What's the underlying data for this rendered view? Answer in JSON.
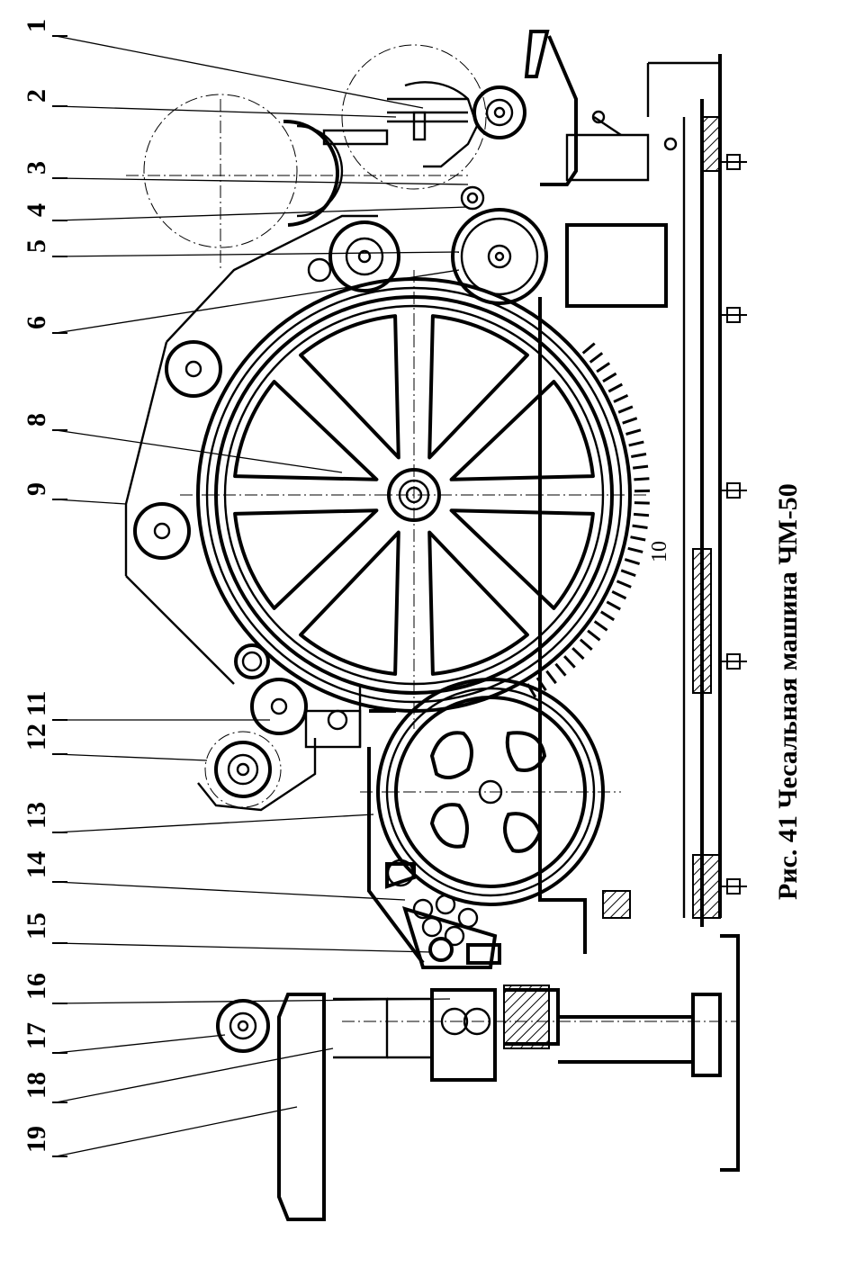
{
  "figure": {
    "caption": "Рис.  41  Чесальная машина ЧМ-50",
    "inner_label": "10",
    "callouts": [
      "1",
      "2",
      "3",
      "4",
      "5",
      "6",
      "8",
      "9",
      "11",
      "12",
      "13",
      "14",
      "15",
      "16",
      "17",
      "18",
      "19"
    ]
  }
}
